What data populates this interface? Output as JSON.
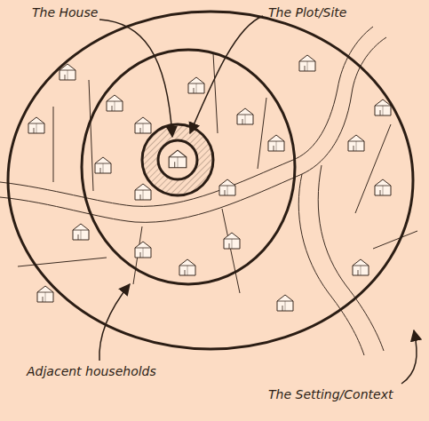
{
  "diagram": {
    "labels": [
      "The House",
      "The Plot/Site",
      "Adjacent households",
      "The Setting/Context"
    ]
  }
}
